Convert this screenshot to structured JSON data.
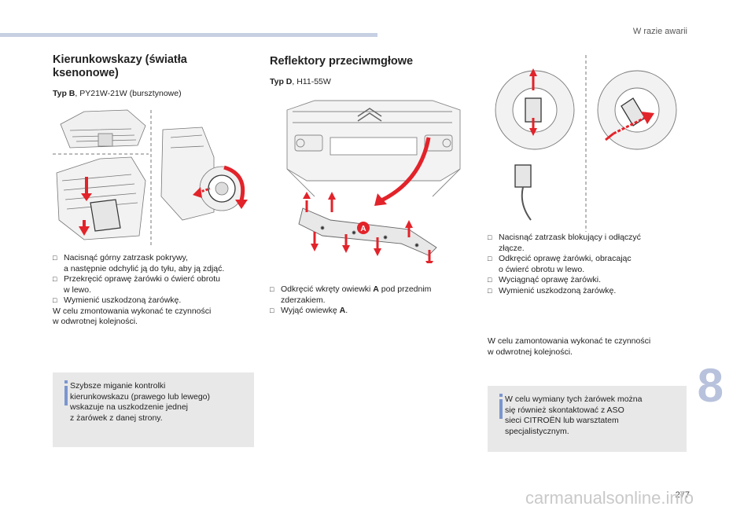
{
  "header": {
    "section": "W razie awarii"
  },
  "left": {
    "title_line1": "Kierunkowskazy (światła",
    "title_line2": "ksenonowe)",
    "type_label": "Typ B",
    "type_value": ", PY21W-21W (bursztynowe)",
    "steps": [
      "Nacisnąć górny zatrzask pokrywy,",
      "a następnie odchylić ją do tyłu, aby ją zdjąć.",
      "Przekręcić oprawę żarówki o ćwierć obrotu",
      "w lewo.",
      "Wymienić uszkodzoną żarówkę."
    ],
    "note_line1": "W celu zmontowania wykonać te czynności",
    "note_line2": "w odwrotnej kolejności.",
    "info": [
      "Szybsze miganie kontrolki",
      "kierunkowskazu (prawego lub lewego)",
      "wskazuje na uszkodzenie jednej",
      "z żarówek z danej strony."
    ]
  },
  "middle": {
    "title": "Reflektory przeciwmgłowe",
    "type_label": "Typ D",
    "type_value": ", H11-55W",
    "figure_marker": "A",
    "step1_pre": "Odkręcić wkręty owiewki ",
    "step1_bold": "A",
    "step1_post": " pod przednim",
    "step1_line2": "zderzakiem.",
    "step2_pre": "Wyjąć owiewkę ",
    "step2_bold": "A",
    "step2_post": "."
  },
  "right": {
    "steps": [
      "Nacisnąć zatrzask blokujący i odłączyć",
      "złącze.",
      "Odkręcić oprawę żarówki, obracając",
      "o ćwierć obrotu w lewo.",
      "Wyciągnąć oprawę żarówki.",
      "Wymienić uszkodzoną żarówkę."
    ],
    "note_line1": "W celu zamontowania wykonać te czynności",
    "note_line2": "w odwrotnej kolejności.",
    "info": [
      "W celu wymiany tych żarówek można",
      "się również skontaktować z ASO",
      "sieci CITROËN lub warsztatem",
      "specjalistycznym."
    ]
  },
  "footer": {
    "chapter": "8",
    "page": "277",
    "watermark": "carmanualsonline.info"
  },
  "colors": {
    "accent_red": "#e2232a",
    "info_icon": "#7b96cf",
    "info_bg": "#e8e8e8",
    "chapter": "#b8c2dc"
  }
}
